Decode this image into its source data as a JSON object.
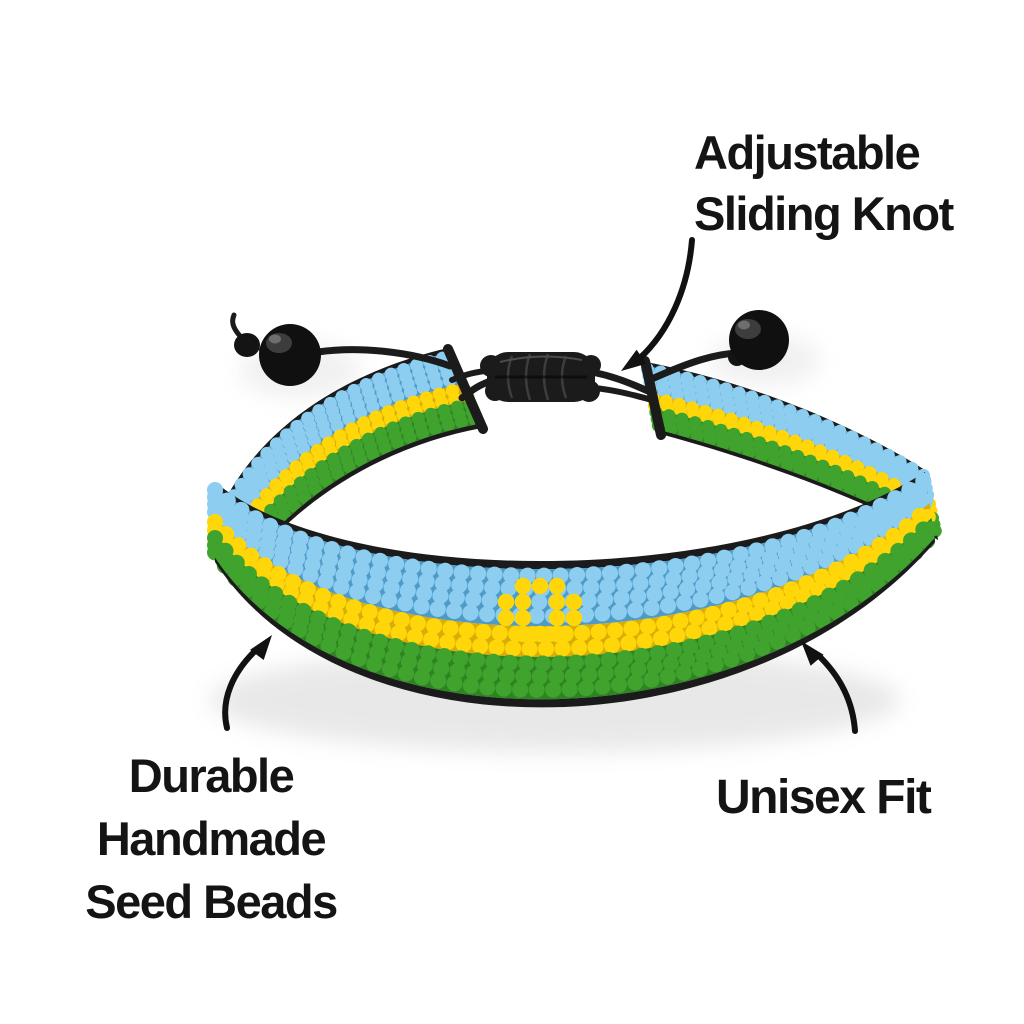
{
  "annotations": [
    {
      "id": "adjustable-sliding-knot",
      "label": "Adjustable Sliding Knot",
      "lines": [
        "Adjustable",
        "Sliding Knot"
      ]
    },
    {
      "id": "durable-handmade-seed-beads",
      "label": "Durable Handmade Seed Beads",
      "lines": [
        "Durable",
        "Handmade",
        "Seed Beads"
      ]
    },
    {
      "id": "unisex-fit",
      "label": "Unisex Fit",
      "lines": [
        "Unisex Fit"
      ]
    }
  ],
  "product": {
    "parts": [
      "beaded-band",
      "adjustable-sliding-knot",
      "cord",
      "round-end-bead-left",
      "round-end-bead-right",
      "sun-motif"
    ],
    "band_stripes_top_to_bottom": [
      "blue",
      "yellow",
      "green"
    ]
  },
  "colors": {
    "background": "#ffffff",
    "text": "#141414",
    "arrow": "#111111",
    "bead_blue": "#8ccdf0",
    "bead_blue_base": "#4f9bc8",
    "bead_yellow": "#ffd60a",
    "bead_yellow_base": "#d9ad05",
    "bead_green": "#3fa32e",
    "bead_green_base": "#2e8420",
    "cord": "#1b1b1b"
  }
}
